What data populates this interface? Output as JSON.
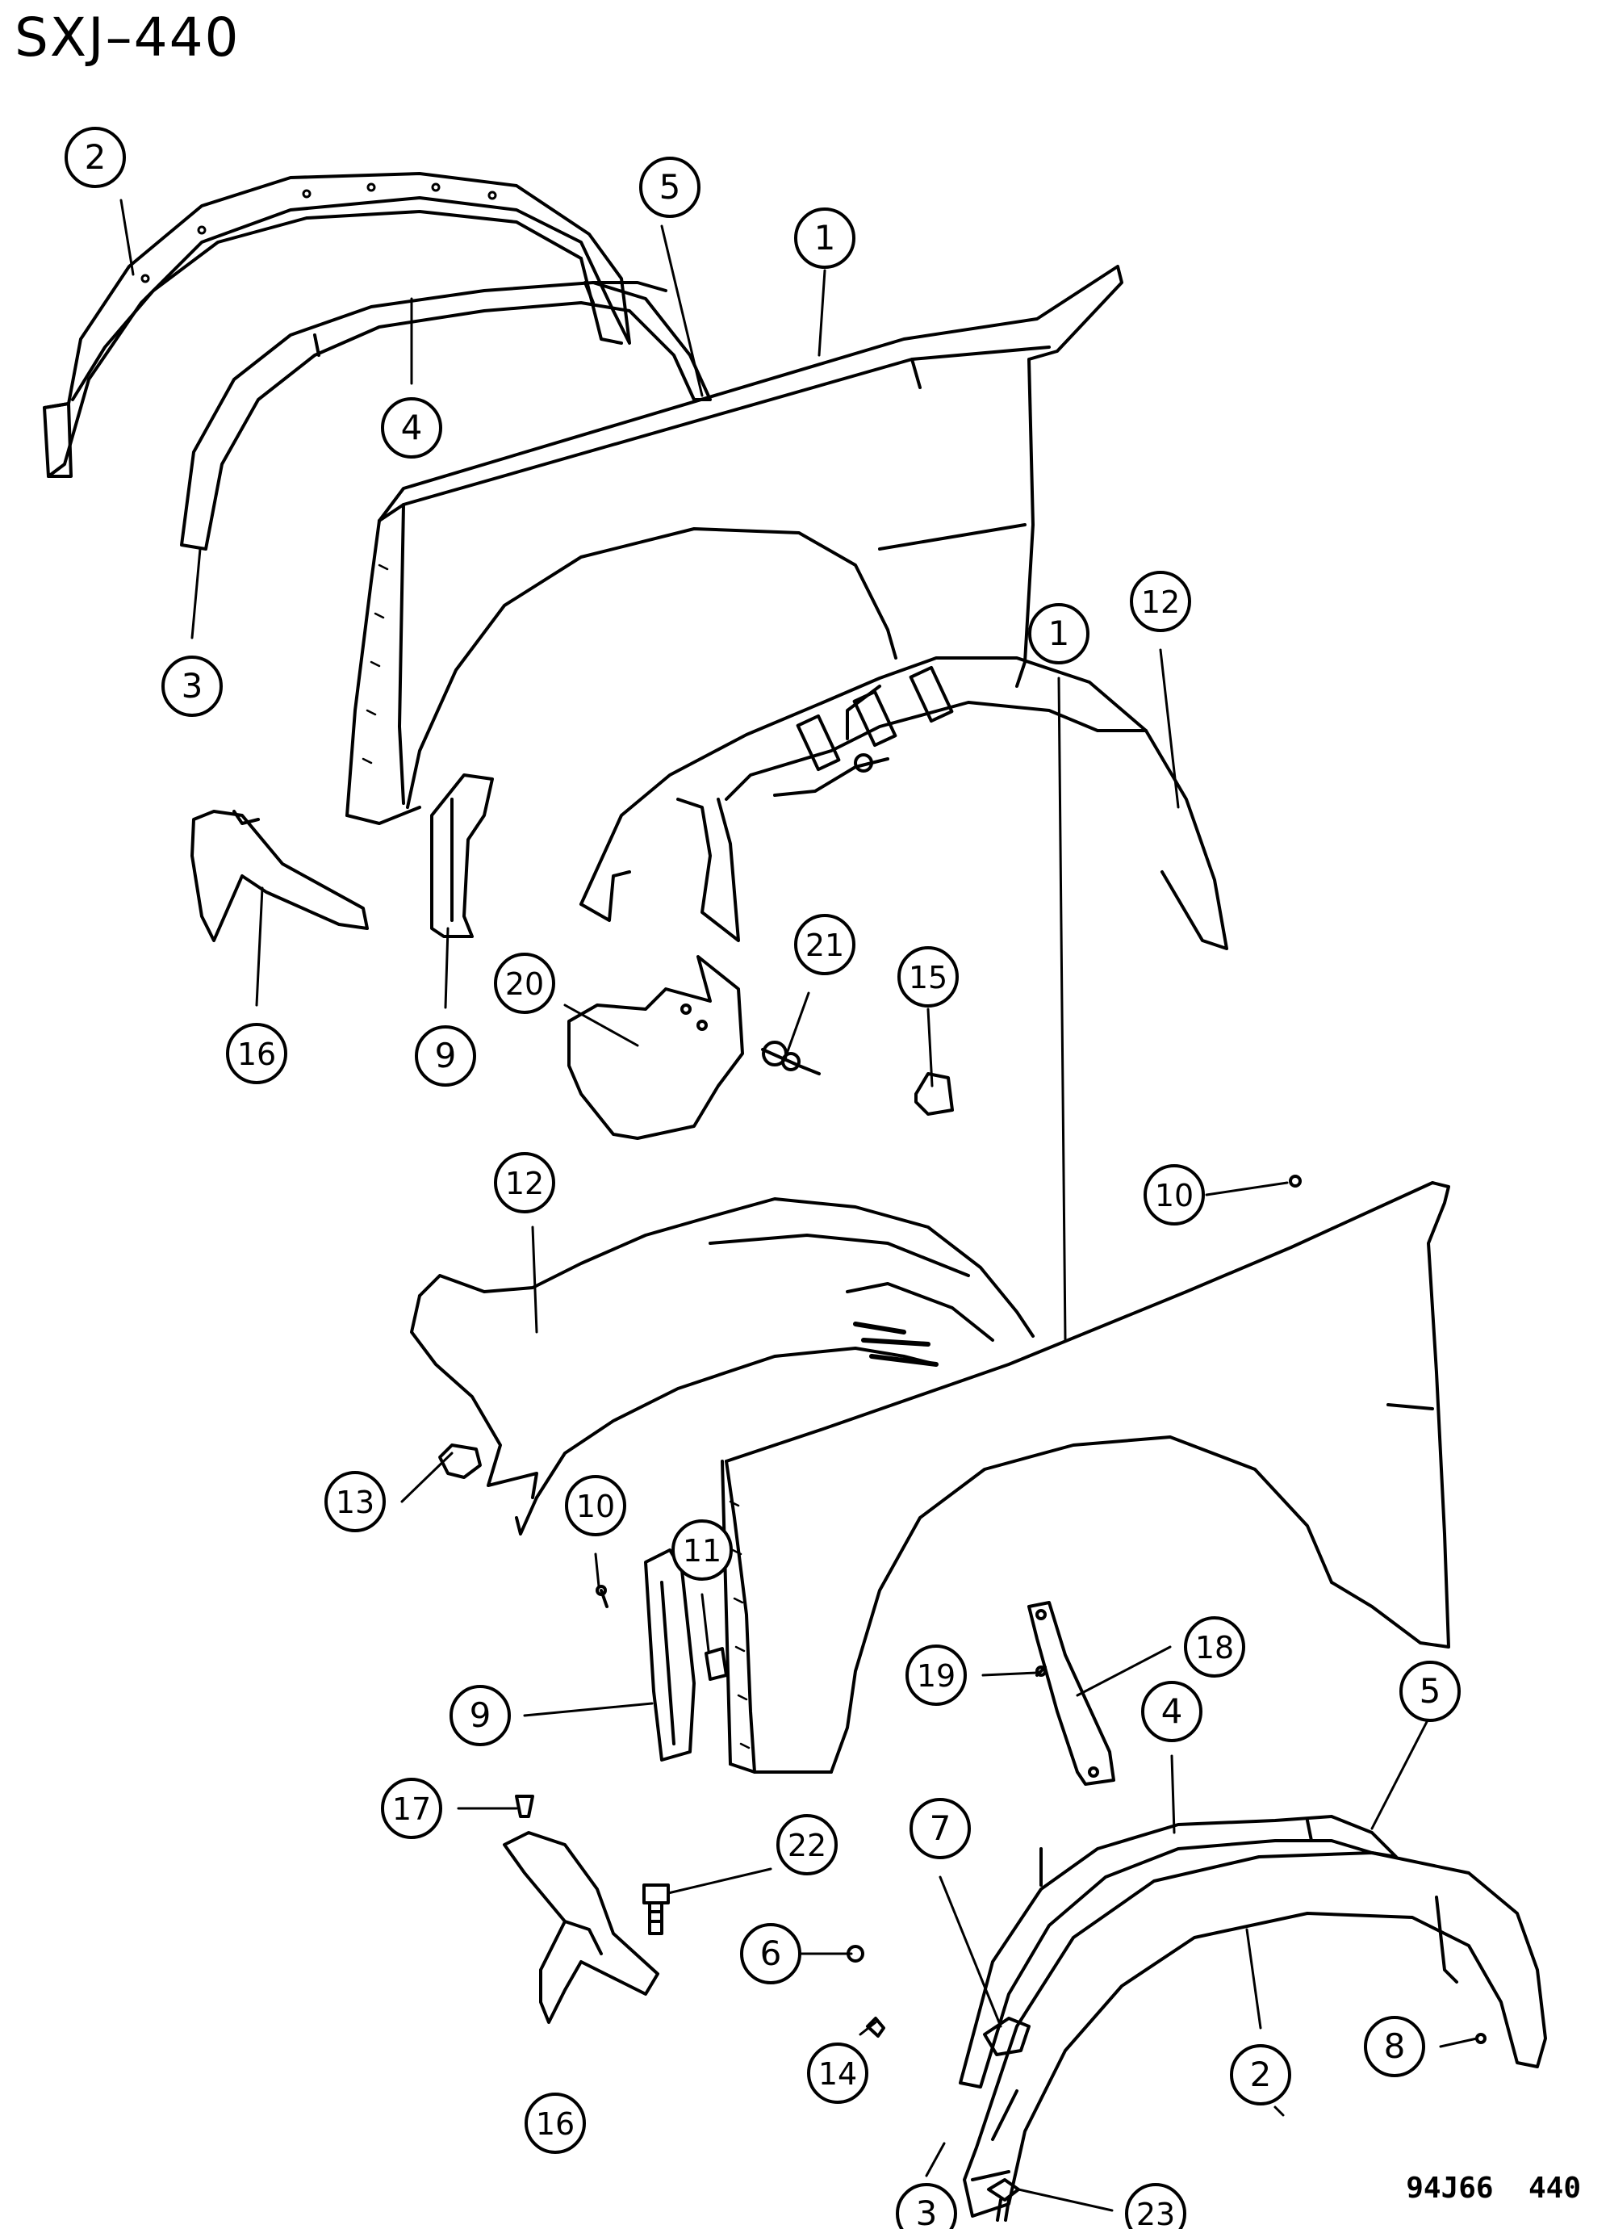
{
  "diagram": {
    "code": "SXJ–440",
    "figure_id": "94J66",
    "figure_page": "440"
  },
  "callouts": [
    {
      "id": "c2a",
      "label": "2"
    },
    {
      "id": "c5a",
      "label": "5"
    },
    {
      "id": "c1a",
      "label": "1"
    },
    {
      "id": "c4a",
      "label": "4"
    },
    {
      "id": "c3a",
      "label": "3"
    },
    {
      "id": "c12a",
      "label": "12"
    },
    {
      "id": "c16a",
      "label": "16"
    },
    {
      "id": "c9a",
      "label": "9"
    },
    {
      "id": "c20",
      "label": "20"
    },
    {
      "id": "c21",
      "label": "21"
    },
    {
      "id": "c15",
      "label": "15"
    },
    {
      "id": "c1b",
      "label": "1"
    },
    {
      "id": "c12b",
      "label": "12"
    },
    {
      "id": "c10a",
      "label": "10"
    },
    {
      "id": "c13",
      "label": "13"
    },
    {
      "id": "c10b",
      "label": "10"
    },
    {
      "id": "c11",
      "label": "11"
    },
    {
      "id": "c9b",
      "label": "9"
    },
    {
      "id": "c18",
      "label": "18"
    },
    {
      "id": "c19",
      "label": "19"
    },
    {
      "id": "c4b",
      "label": "4"
    },
    {
      "id": "c5b",
      "label": "5"
    },
    {
      "id": "c17",
      "label": "17"
    },
    {
      "id": "c22",
      "label": "22"
    },
    {
      "id": "c7",
      "label": "7"
    },
    {
      "id": "c6",
      "label": "6"
    },
    {
      "id": "c2b",
      "label": "2"
    },
    {
      "id": "c8",
      "label": "8"
    },
    {
      "id": "c16b",
      "label": "16"
    },
    {
      "id": "c14",
      "label": "14"
    },
    {
      "id": "c3b",
      "label": "3"
    },
    {
      "id": "c23",
      "label": "23"
    }
  ]
}
